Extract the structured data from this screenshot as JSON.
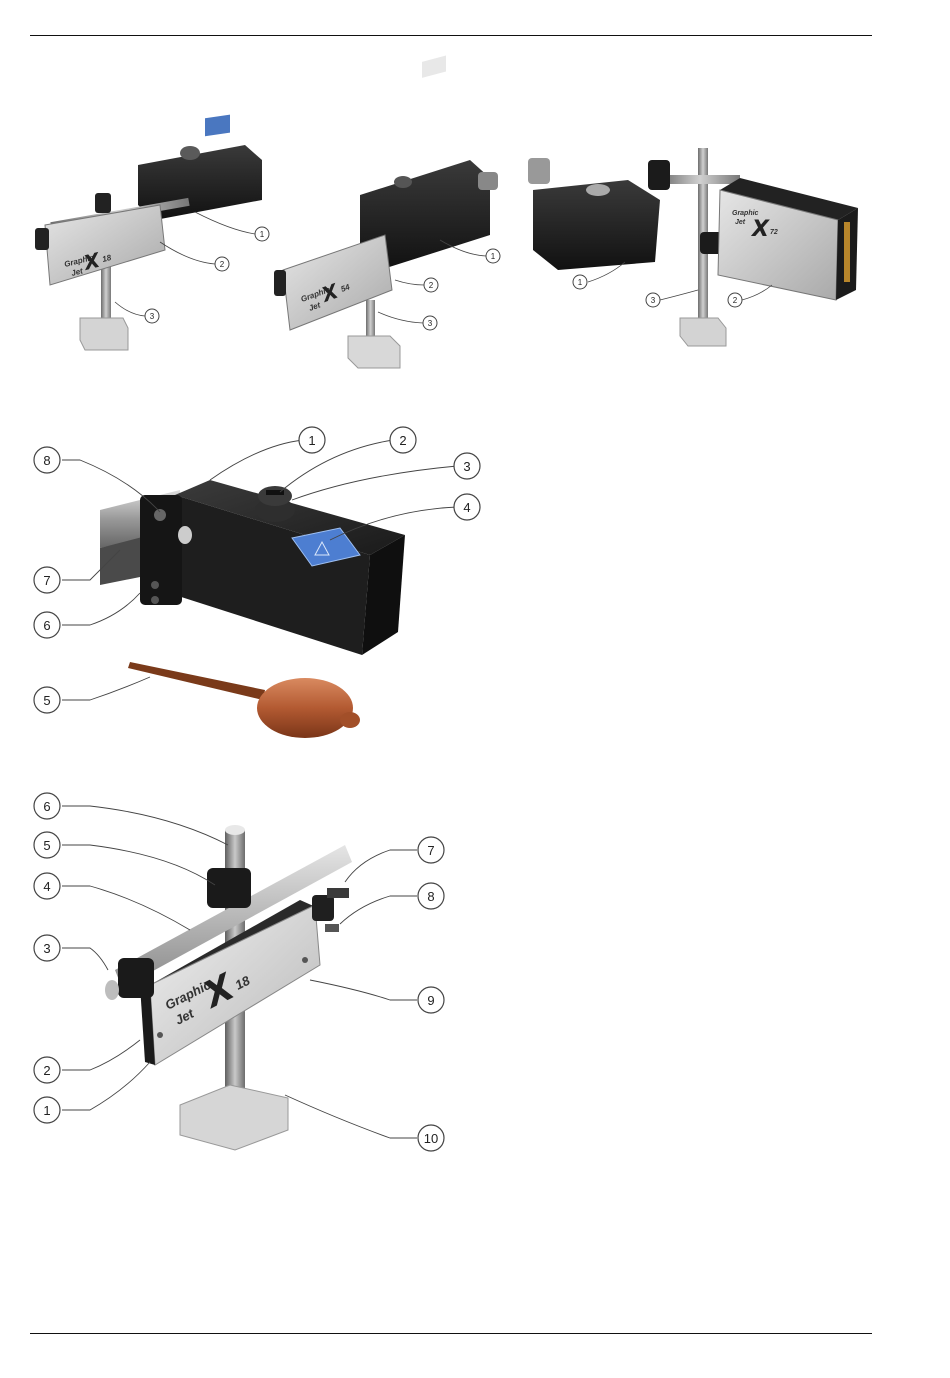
{
  "figure1": {
    "left_labels": [
      "1",
      "2",
      "3"
    ],
    "left_brand": [
      "Graphic",
      "Jet",
      "18"
    ],
    "middle_labels": [
      "1",
      "2",
      "3"
    ],
    "middle_brand": [
      "Graphic",
      "Jet",
      "54"
    ],
    "right_labels": [
      "1",
      "3",
      "2"
    ],
    "right_brand": [
      "Graphic",
      "Jet",
      "72"
    ]
  },
  "figure2": {
    "labels": [
      "1",
      "2",
      "3",
      "4",
      "5",
      "6",
      "7",
      "8"
    ]
  },
  "figure3": {
    "labels": [
      "6",
      "5",
      "4",
      "3",
      "2",
      "1",
      "7",
      "8",
      "9",
      "10"
    ],
    "brand": [
      "Graphic",
      "Jet",
      "18"
    ]
  }
}
